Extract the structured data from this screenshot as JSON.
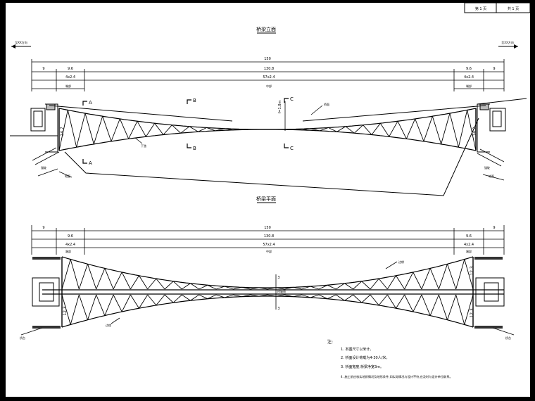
{
  "title_block": {
    "cell1": "第 1 页",
    "cell2": "共 1 页"
  },
  "elevation": {
    "title": "桥梁立面",
    "dir_left": "至XX方向",
    "dir_right": "至XX方向",
    "dim_total": "150",
    "dim_side_left": "9",
    "dim_side_right": "9",
    "dim_span_left": "9.6",
    "dim_span_mid": "130.8",
    "dim_span_right": "9.6",
    "dim_panel_left": "4x2.4",
    "dim_panel_mid": "57x2.4",
    "dim_panel_right": "4x2.4",
    "zone_left": "端部",
    "zone_mid": "中部",
    "zone_right": "端部",
    "section_a": "A",
    "section_b": "B",
    "section_c": "C",
    "depth_mid": "f=1.8m",
    "depth_end_left": "14.7",
    "depth_end_right": "14.2",
    "label_deck": "桥面",
    "label_chord": "下弦",
    "label_anchor_left": "锚碇",
    "label_anchor_right": "锚碇",
    "label_ground_left": "地面",
    "label_ground_right": "地面"
  },
  "plan": {
    "title": "桥梁平面",
    "dim_total": "150",
    "dim_side_left": "9",
    "dim_side_right": "9",
    "dim_span_left": "9.6",
    "dim_span_mid": "130.8",
    "dim_span_right": "9.6",
    "dim_panel_left": "4x2.4",
    "dim_panel_mid": "57x2.4",
    "dim_panel_right": "4x2.4",
    "zone_left": "端部",
    "zone_mid": "中部",
    "zone_right": "端部",
    "width_end_upper": "12.3",
    "width_end_lower": "12.3",
    "width_end_left": "12.3",
    "width_mid_top": "3",
    "width_mid_bottom": "3",
    "label_center": "桥轴线",
    "label_edge_top": "边缘",
    "label_edge_bottom": "边缘",
    "label_abut_left": "桥台",
    "label_abut_right": "桥台"
  },
  "notes": {
    "heading": "注:",
    "items": [
      "1. 本图尺寸以米计。",
      "2. 桥面设计荷载为4-30人/米。",
      "3. 桥面宽度,桥梁净宽3m。",
      "4. 施工前应核实地质情况及地形条件,如实际情况与设计不符,应及时与设计单位联系。"
    ]
  }
}
